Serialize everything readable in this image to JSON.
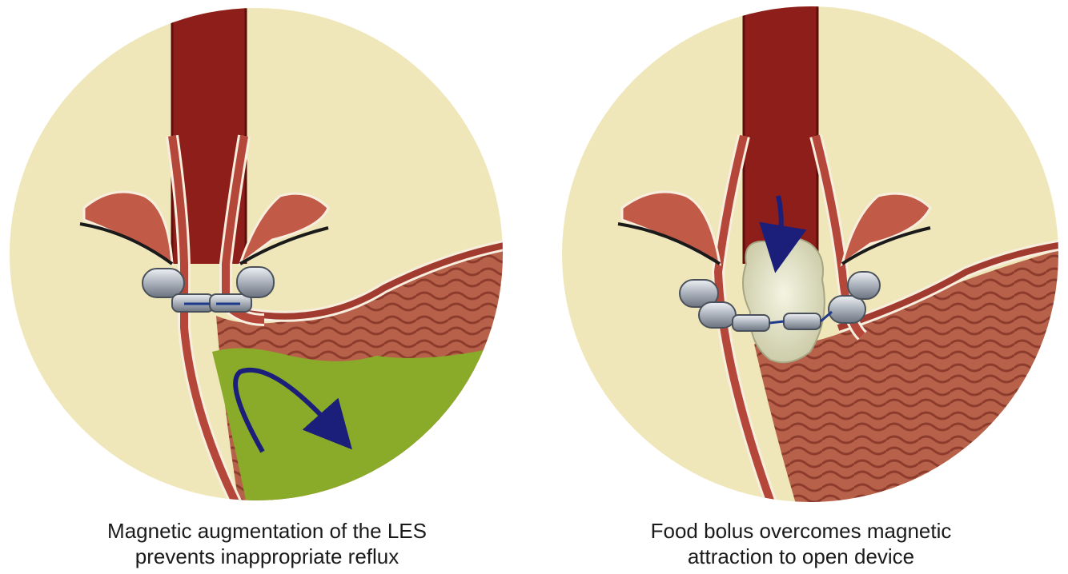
{
  "panels": [
    {
      "id": "closed",
      "caption_lines": [
        "Magnetic augmentation of the LES",
        "prevents inappropriate reflux"
      ]
    },
    {
      "id": "open",
      "caption_lines": [
        "Food bolus overcomes magnetic",
        "attraction to open device"
      ]
    }
  ],
  "colors": {
    "background_circle": "#efe7b9",
    "esophagus_lumen": "#8e1e1a",
    "muscle_wall": "#b5463a",
    "stomach": "#b8614a",
    "gastric_acid": "#8aaa2a",
    "magnet_bead": "#b8bec7",
    "arrow": "#1c1f7a",
    "food_bolus": "#dcdcc3"
  }
}
